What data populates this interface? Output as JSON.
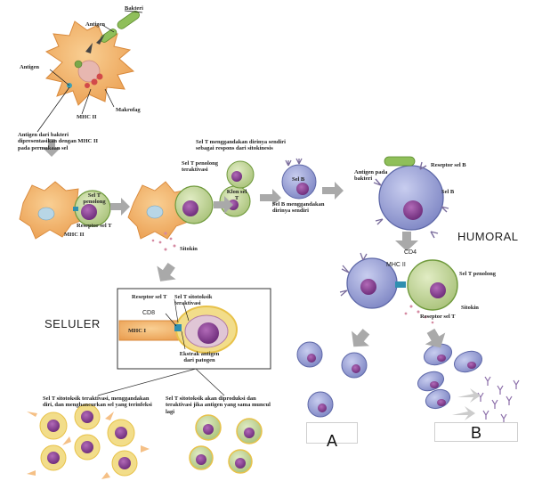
{
  "labels": {
    "bakteri_top": "Bakteri",
    "antigen_top": "Antigen",
    "antigen_left": "Antigen",
    "mhc2_top": "MHC II",
    "makrofag": "Makrofag",
    "antigen_presented": "Antigen dari bakteri dipresentasikan dengan MHC II pada permukaan sel",
    "sel_t_penolong": "Sel T penolong",
    "reseptor_sel_t_left": "Reseptor sel T",
    "mhc2_left": "MHC II",
    "sel_t_penolong_teraktivasi": "Sel T penolong teraktivasi",
    "sitokin_mid": "Sitokin",
    "klon_sel_t": "Klon sel T",
    "sel_t_menggandakan": "Sel T menggandakan dirinya sendiri sebagai respons dari sitokinesis",
    "sel_b_small": "Sel B",
    "sel_b_menggandakan": "Sel B menggandakan dirinya sendiri",
    "antigen_pada_bakteri": "Antigen pada bakteri",
    "reseptor_sel_b": "Reseptor sel B",
    "sel_b_right": "Sel B",
    "humoral": "HUMORAL",
    "cd4": "CD4",
    "mhc2_right": "MHC II",
    "sel_t_penolong_right": "Sel T penolong",
    "sitokin_right": "Sitokin",
    "reseptor_sel_t_right": "Reseptor sel T",
    "seluler": "SELULER",
    "reseptor_sel_t_inset": "Reseptor sel T",
    "sel_t_sitotoksik_teraktivasi": "Sel T sitotoksik teraktivasi",
    "cd8": "CD8",
    "mhc1": "MHC I",
    "ekstrak_antigen": "Ekstrak antigen dari patogen",
    "bottom_left_caption": "Sel T sitotoksik teraktivasi, menggandakan diri, dan menghancurkan sel yang terinfeksi",
    "bottom_mid_caption": "Sel T sitotoksik akan diproduksi dan teraktivasi jika antigen yang sama muncul lagi",
    "box_a": "A",
    "box_b": "B"
  },
  "colors": {
    "macrophage": "#f3b169",
    "macrophage_edge": "#d98a3c",
    "t_cell": "#c7d8a0",
    "t_cell_edge": "#6f9a3c",
    "b_cell": "#9ea7d6",
    "b_cell_edge": "#5e68a8",
    "nucleus": "#8a3f93",
    "bacteria": "#8fbf5a",
    "arrow": "#a9a9a9",
    "cytotoxic_ring": "#e8c24a"
  }
}
